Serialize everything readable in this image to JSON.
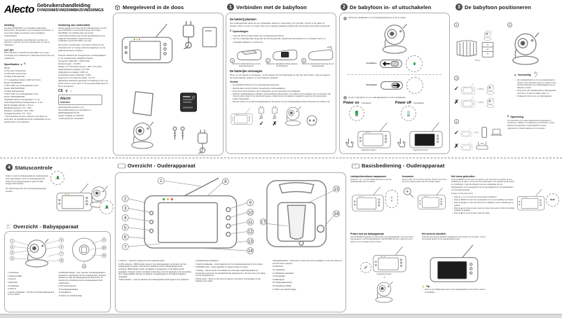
{
  "page": {
    "logo": "Alecto",
    "title": "Gebruikershandleiding",
    "models": "DVM200M/DVM200MBK/DVM200MGS"
  },
  "intro": {
    "h1": "Inleiding",
    "p1": "De Alecto DVM200M is een draadloze audio/video babymonitor, dat gebruikt is voor ontvangst binnenshuis. U kunt continu kijken en luisteren via het draadloze ouderapparaat.",
    "p2": "Lees deze handleiding zorgvuldig door voordat u de babyfoon in gebruik neemt en bewaar deze om later te raadplegen.",
    "h_let": "LET OP!",
    "p_let": "Deze babyfoon is bedoeld als hulpmiddel. Het is geen vervanging voor verantwoord en adequaat toezicht door een volwassene.",
    "h_spec": "Specificaties",
    "spec_left": [
      "Bereik:",
      "tot 50 meter binnenshuis",
      "tot 300 meter buitenshuis",
      "",
      "Voeding ouderapparaat:",
      "3,7 V oplaadbare batterij, 2000 mAh (incl.)",
      "Model: 5AV0900500",
      "5 VDC 1000 mA voedingsadapter (incl.)",
      "Model: S003IV0500100",
      "",
      "Voeding babyapparaat:",
      "5 VDC 1000 mA voedingsadapter (incl.)",
      "Model: S003IV0500100",
      "",
      "Oplaadtijd batterij ouderapparaat: ± 7 uur",
      "Gebruikstijd batterij ouderapparaat: 8 - 9 uur",
      "Bereik dagelijks gebruik: ± 10 uur",
      "Bedrijfstemperatuur: 0°C - 40°C",
      "Relatieve vochtigheid: 20% - 85%",
      "Opslagtemperatuur: 0°C - 50°C",
      "",
      "* De frequenties van deze babyfoon zijn alleen ter informatie; de spraakherkenning is afhankelijk van de bandbreedte en de batterijen."
    ],
    "h2": "Verklaring van conformiteit",
    "p3": "Hierbij verklaart Commaxx dat de radioapparatuur van het type DVM200M in overeenstemming is met richtlijn 2014/53/EU. De volledige tekst van de EU-conformiteitsverklaring kan worden geraadpleegd op het volgende internetadres: https://commaxx-certificates.com/doc/dvm200m_doc.pdf",
    "p4": "Alle rechten voorbehouden. Dit product voldoet aan de essentiële eisen en overige relevante bepalingen van de geldende Europese richtlijnen.",
    "spec_right": [
      "Gebruik uitsluitend de meegeleverde voedingsadapters en de meegeleverde oplaadbare batterij.",
      "Frequentie: 2400 MHz - 2483,5 MHz",
      "Zendvermogen: < 20 dBm",
      "Display: 4,3\" TFT-kleurenscherm, 480 x 272 pixels",
      "",
      "Uitgangsspanning adapter: 5,0 VDC",
      "Uitgangsstroom adapter: 1000 mA",
      "Gemiddelde actieve efficiëntie: 73,8%",
      "Opgenomen vermogen bij nullast: ≤ 0,1 W",
      "",
      "Afgedankte elektrische apparaten en batterijen horen niet bij het huisvuil. Lever deze in bij uw gemeentelijk depot of bij uw leverancier."
    ],
    "service": [
      "Aankoopbewijs bewaren s.v.p.",
      "Serviceafhandeling via: www.alecto.nl",
      "SERVICE@ALECTO.NL",
      "Hesdo, Azielaan 12, 5232 BA,",
      "'s-Hertogenbosch, Nederland"
    ],
    "cert_name": "Alecto",
    "cert_model": "DVM200M"
  },
  "included": {
    "title": "Meegeleverd in de doos"
  },
  "s1": {
    "num": "1",
    "title": "Verbinden met de babyfoon",
    "sub1": "De batterij plaatsen",
    "p1": "Het ouderapparaat werkt op een oplaadbare batterij of netvoeding. Om de baby continu in de gaten te houden, dient u ervoor te zorgen dat u een volledig opgeladen batterij als netvoeding (stroombron) gebruikt.",
    "notes_h": "Opmerkingen",
    "notes": [
      "Gebruik bij dit product alleen de meegeleverde batterij.",
      "Als het ouderapparaat lange tijd niet wordt gebruikt, koppel dan de batterij los en verwijder deze om mogelijke lekkage te voorkomen."
    ],
    "step_caps": [
      "Schuif de achterbehuizing van het ouderapparaat af.",
      "Plaats de oplaadbare batterij volgens de afbeelding.",
      "Schuif de achterbehuizing terug op het ouderapparaat."
    ],
    "sub2": "De batterijen vervangen",
    "p2": "Druk, om de batterij te vervangen, op het deksel van het batterijvak en trek het naar buiten. Volg vervolgens de bovenstaande stappen om de batterij te plaatsen.",
    "req_h": "Vereist",
    "reqs": [
      "De oplaadbare batterij is in het ouderapparaat ingebouwd.",
      "Gebruik alleen de bij dit product meegeleverde voedingsadapters.",
      "Zorg ervoor dat de babyfoon niet is aangesloten op een stopcontact met schakelaar.",
      "Steek de voedingsadapters volledig in goed bereikbare stopcontacten. De stekkers van de adapters zijn zo ontworpen dat zij op de juiste manier in het stopcontact passen. Anders kunnen de adapters mogelijk niet goed op de stopcontacten worden aangesloten.",
      "Berg de snoeren zo op dat het babyapparaat en de snoeren van de voedingsadapters buiten het bereik van kinderen zijn."
    ]
  },
  "s2": {
    "num": "2",
    "title": "De babyfoon in- of uitschakelen",
    "step1": "Schuif de schakelaar om uw babyapparaat aan of uit te zetten.",
    "on_label": "Inschakelen",
    "off_label": "Uitschakelen",
    "step2": "Houd ⏻ ingedrukt om uw ouderapparaat in of uit te schakelen.",
    "power_on": "Power on",
    "power_off": "Power off",
    "hold_label": "Ingedrukt houden",
    "led_on": "ON"
  },
  "s3": {
    "num": "3",
    "title": "De babyfoon positioneren",
    "d1": "1,5 m",
    "d2": "> 1,5 m",
    "d3": "< 1,5 m",
    "d4": "> 1 m",
    "caution_h": "Voorzichtig",
    "caution": [
      "Het standaardvolume van uw ouderapparaat is niveau 3; het maximale volume is niveau 5. Als u bij het positioneren een feedbackgeluid van uw babyfoon ervaart:",
      "Zorg ervoor dat ouderapparaat en babyapparaat meer dan 1,5 meter uit elkaar staan, óf",
      "Verlaag het volume van uw ouderapparaat."
    ],
    "note_h": "Opmerking",
    "note": "Om storfrictie met andere elektronische apparaten te voorkomen, plaatst u uw babyfoon op tenminste 1 meter afstand van apparaten zoals draadloze routers, magnetrons, mobiele telefoons en computers."
  },
  "s4": {
    "num": "4",
    "title": "Statuscontrole",
    "p1": "Zodra u zowel uw babyapparaat als ouderapparaat hebt ingeschakeld, toont uw ouderapparaat het beeld van het babyapparaat en gaat het LED-lampje LINK branden.",
    "p2": "Het LED-lampje AAN van het babyapparaat gaat branden.",
    "led1": "LINK",
    "led2": "AAN"
  },
  "babyov": {
    "title": "Overzicht - Babyapparaat",
    "legend_l": [
      "1   Lichtsensor",
      "2   Infrarood-LEDs",
      "3   Camera",
      "4   Microfoon",
      "5   Luidspreker",
      "6   Antenne",
      "7   Aan/uit-schakelaar – Schuif om het babyapparaat aan of uit te zetten."
    ],
    "legend_r": [
      "8   AAN/LINK-lampje – Aan: wanneer het babyapparaat is aangezet en gekoppeld met het ouderapparaat. Knippert: wanneer er naar het babyapparaat wordt gezocht, of wanneer de verbinding met het ouderapparaat wordt onderbroken.",
      "9   Temperatuursensor",
      "10  Voedingsaansluiting",
      "11  Koppelknop",
      "12  Sleuf voor wandmontage"
    ]
  },
  "parentov": {
    "title": "Overzicht - Ouderapparaat",
    "legend_c1": [
      "1   Antenne – Klap het omhoog voor een optimaal bereik.",
      "2   LINK-indicator – Blijft branden (groen): het ouderapparaat is verbonden met het babyapparaat. Knippert: wanneer de verbinding met het babyapparaat wordt verbroken. Blijft branden (rood): de adapter is aangesloten en de batterij wordt opgeladen. Knippert (rood): de batterij is bijna leeg; sluit het apparaat op de netvoeding aan. Uitgeschakeld: wanneer de adapter is losgekoppeld en de batterij volledig is opgeladen.",
      "3   AAN-indicator – Licht op wanneer het ouderapparaat wordt ingezet en in gebruik is."
    ],
    "legend_c2": [
      "4   Geluidsniveau-indicatoren",
      "5   Aan/uit-schakelaar – Houd ingedrukt om het ouderapparaat aan of uit te zetten.",
      "6   PRATEN-toets – Houd ingedrukt om tegen de baby te praten.",
      "7   Display – Hierop worden de beelden (en informatie zoals batterijstatus en temperatuur) getoond met de bijbehorende pictogrammen. Zie het menu voor uitleg van de pictogrammen.",
      "8   Menu-toets – Dient om het menu te openen, een keuze te bevestigen of een instelling op te slaan."
    ],
    "legend_c3": [
      "9   Navigatietoetsen – Druk erop om door het menu te bladeren, of om het volume en de zoom aan te passen.",
      "10  Microfoon",
      "11  Luidspreker",
      "12  Uitklapbare standaard",
      "13  Typeplaatje",
      "14  Batterijvak",
      "15  Voedingsaansluiting",
      "16  Koppelknop (PAIR)",
      "17  Sleuf voor wandmontage"
    ]
  },
  "basics": {
    "title": "Basisbediening - Ouderapparaat",
    "vol_h": "Luidsprekervolume aanpassen",
    "vol_p": "Druk op ∧ of ∨ om het luidsprekervolume van uw ouderapparaat aan te passen.",
    "zoom_h": "Inzoomen",
    "zoom_p": "Druk op OK om in of uit te zoomen. Druk in het menu erop om terug te gaan naar het vorige niveau.",
    "menu_h": "Het menu gebruiken",
    "menu_p": "Druk op MENU om het menu te openen, een menu-item te kiezen of een instelling op te slaan. U kunt het menu gebruiken voor geavanceerde opties en instellingen, zoals het afspelen van een slaapliedje via het babyapparaat, of het aanpassen van de gevoeligheid van het geluidsalarm van het babyapparaat.",
    "menu_sub": "Terwijl u in het menu bent:",
    "menu_items": [
      "Druk op ▲ of ▼ om door de menu-opties te bladeren.",
      "Druk op MENU om een item te selecteren of om een instelling op te slaan.",
      "Druk op ◀ of ▶ om door de submenu's te bladeren of een instelling aan te passen.",
      "Druk op ◀ om terug te keren naar de vorige menu-optie, zonder de huidige instelling te wijzigen.",
      "Druk op ▣ om terug te keren naar live video."
    ],
    "menu_btn": "MENU",
    "talk_h": "Praten met uw babyapparaat",
    "talk_p": "Houd PRATEN ingedrukt en praat tegen uw ouderapparaat. Uw stem wordt weergegeven via het babyapparaat. Laat PRATEN los als u klaar bent met praten en om uw baby weer te horen.",
    "talk_cap": "Ingedrukt houden",
    "screen_h": "Het scherm uitzetten",
    "screen_p": "Houd de toets Power AAN/UIT ingedrukt om het scherm uit te zetten. U kunt nog steeds geluid uit het babyapparaat horen.",
    "tip_h": "Tip",
    "tip_p": "Druk op een willekeurige toets op het ouderapparaat om het scherm weer in te schakelen."
  }
}
